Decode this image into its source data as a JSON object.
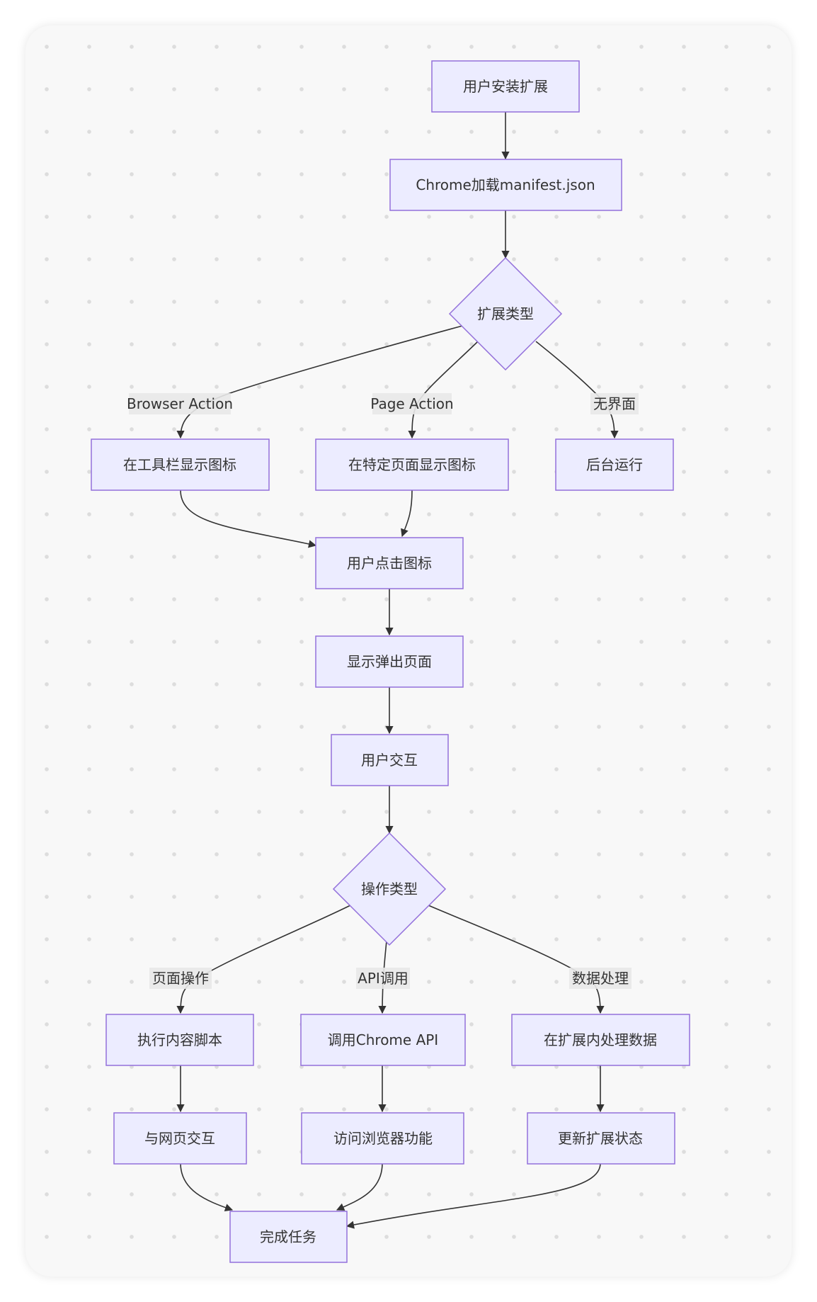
{
  "diagram": {
    "nodes": [
      {
        "id": "install",
        "label": "用户安装扩展",
        "shape": "rect"
      },
      {
        "id": "load",
        "label": "Chrome加载manifest.json",
        "shape": "rect"
      },
      {
        "id": "ext_type",
        "label": "扩展类型",
        "shape": "diamond"
      },
      {
        "id": "toolbar",
        "label": "在工具栏显示图标",
        "shape": "rect"
      },
      {
        "id": "page_icon",
        "label": "在特定页面显示图标",
        "shape": "rect"
      },
      {
        "id": "background",
        "label": "后台运行",
        "shape": "rect"
      },
      {
        "id": "click",
        "label": "用户点击图标",
        "shape": "rect"
      },
      {
        "id": "popup",
        "label": "显示弹出页面",
        "shape": "rect"
      },
      {
        "id": "interact",
        "label": "用户交互",
        "shape": "rect"
      },
      {
        "id": "op_type",
        "label": "操作类型",
        "shape": "diamond"
      },
      {
        "id": "content_script",
        "label": "执行内容脚本",
        "shape": "rect"
      },
      {
        "id": "call_api",
        "label": "调用Chrome API",
        "shape": "rect"
      },
      {
        "id": "process_data",
        "label": "在扩展内处理数据",
        "shape": "rect"
      },
      {
        "id": "web_interact",
        "label": "与网页交互",
        "shape": "rect"
      },
      {
        "id": "browser_feature",
        "label": "访问浏览器功能",
        "shape": "rect"
      },
      {
        "id": "update_state",
        "label": "更新扩展状态",
        "shape": "rect"
      },
      {
        "id": "done",
        "label": "完成任务",
        "shape": "rect"
      }
    ],
    "edges": [
      {
        "id": "e1",
        "from": "install",
        "to": "load",
        "label": ""
      },
      {
        "id": "e2",
        "from": "load",
        "to": "ext_type",
        "label": ""
      },
      {
        "id": "e3",
        "from": "ext_type",
        "to": "toolbar",
        "label": "Browser Action"
      },
      {
        "id": "e4",
        "from": "ext_type",
        "to": "page_icon",
        "label": "Page Action"
      },
      {
        "id": "e5",
        "from": "ext_type",
        "to": "background",
        "label": "无界面"
      },
      {
        "id": "e6",
        "from": "toolbar",
        "to": "click",
        "label": ""
      },
      {
        "id": "e7",
        "from": "page_icon",
        "to": "click",
        "label": ""
      },
      {
        "id": "e8",
        "from": "click",
        "to": "popup",
        "label": ""
      },
      {
        "id": "e9",
        "from": "popup",
        "to": "interact",
        "label": ""
      },
      {
        "id": "e10",
        "from": "interact",
        "to": "op_type",
        "label": ""
      },
      {
        "id": "e11",
        "from": "op_type",
        "to": "content_script",
        "label": "页面操作"
      },
      {
        "id": "e12",
        "from": "op_type",
        "to": "call_api",
        "label": "API调用"
      },
      {
        "id": "e13",
        "from": "op_type",
        "to": "process_data",
        "label": "数据处理"
      },
      {
        "id": "e14",
        "from": "content_script",
        "to": "web_interact",
        "label": ""
      },
      {
        "id": "e15",
        "from": "call_api",
        "to": "browser_feature",
        "label": ""
      },
      {
        "id": "e16",
        "from": "process_data",
        "to": "update_state",
        "label": ""
      },
      {
        "id": "e17",
        "from": "web_interact",
        "to": "done",
        "label": ""
      },
      {
        "id": "e18",
        "from": "browser_feature",
        "to": "done",
        "label": ""
      },
      {
        "id": "e19",
        "from": "update_state",
        "to": "done",
        "label": ""
      }
    ]
  },
  "colors": {
    "node_fill": "#ececff",
    "node_stroke": "#9370db",
    "edge": "#333333",
    "edge_label_bg": "#e8e8e8",
    "text": "#333333"
  }
}
